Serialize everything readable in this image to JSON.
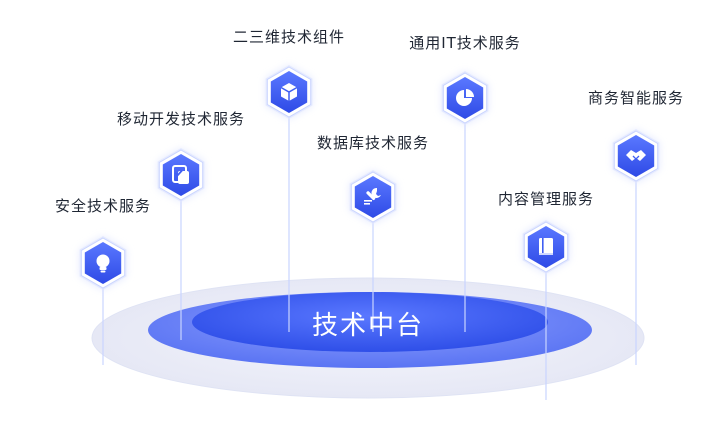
{
  "center": {
    "title": "技术中台"
  },
  "nodes": [
    {
      "id": "security",
      "label": "安全技术服务",
      "icon": "lightbulb-icon"
    },
    {
      "id": "mobile",
      "label": "移动开发技术服务",
      "icon": "mobile-check-icon"
    },
    {
      "id": "components",
      "label": "二三维技术组件",
      "icon": "cube-icon"
    },
    {
      "id": "database",
      "label": "数据库技术服务",
      "icon": "wrench-icon"
    },
    {
      "id": "it",
      "label": "通用IT技术服务",
      "icon": "pie-chart-icon"
    },
    {
      "id": "content",
      "label": "内容管理服务",
      "icon": "book-icon"
    },
    {
      "id": "business",
      "label": "商务智能服务",
      "icon": "handshake-icon"
    }
  ],
  "colors": {
    "accent": "#3d5cf0",
    "node_fill": "#3f5ef2",
    "line": "#c9d4ff",
    "platform_outer": "#eef0fb",
    "platform_mid": "#6f87f6",
    "platform_inner": "#3b5af0"
  }
}
